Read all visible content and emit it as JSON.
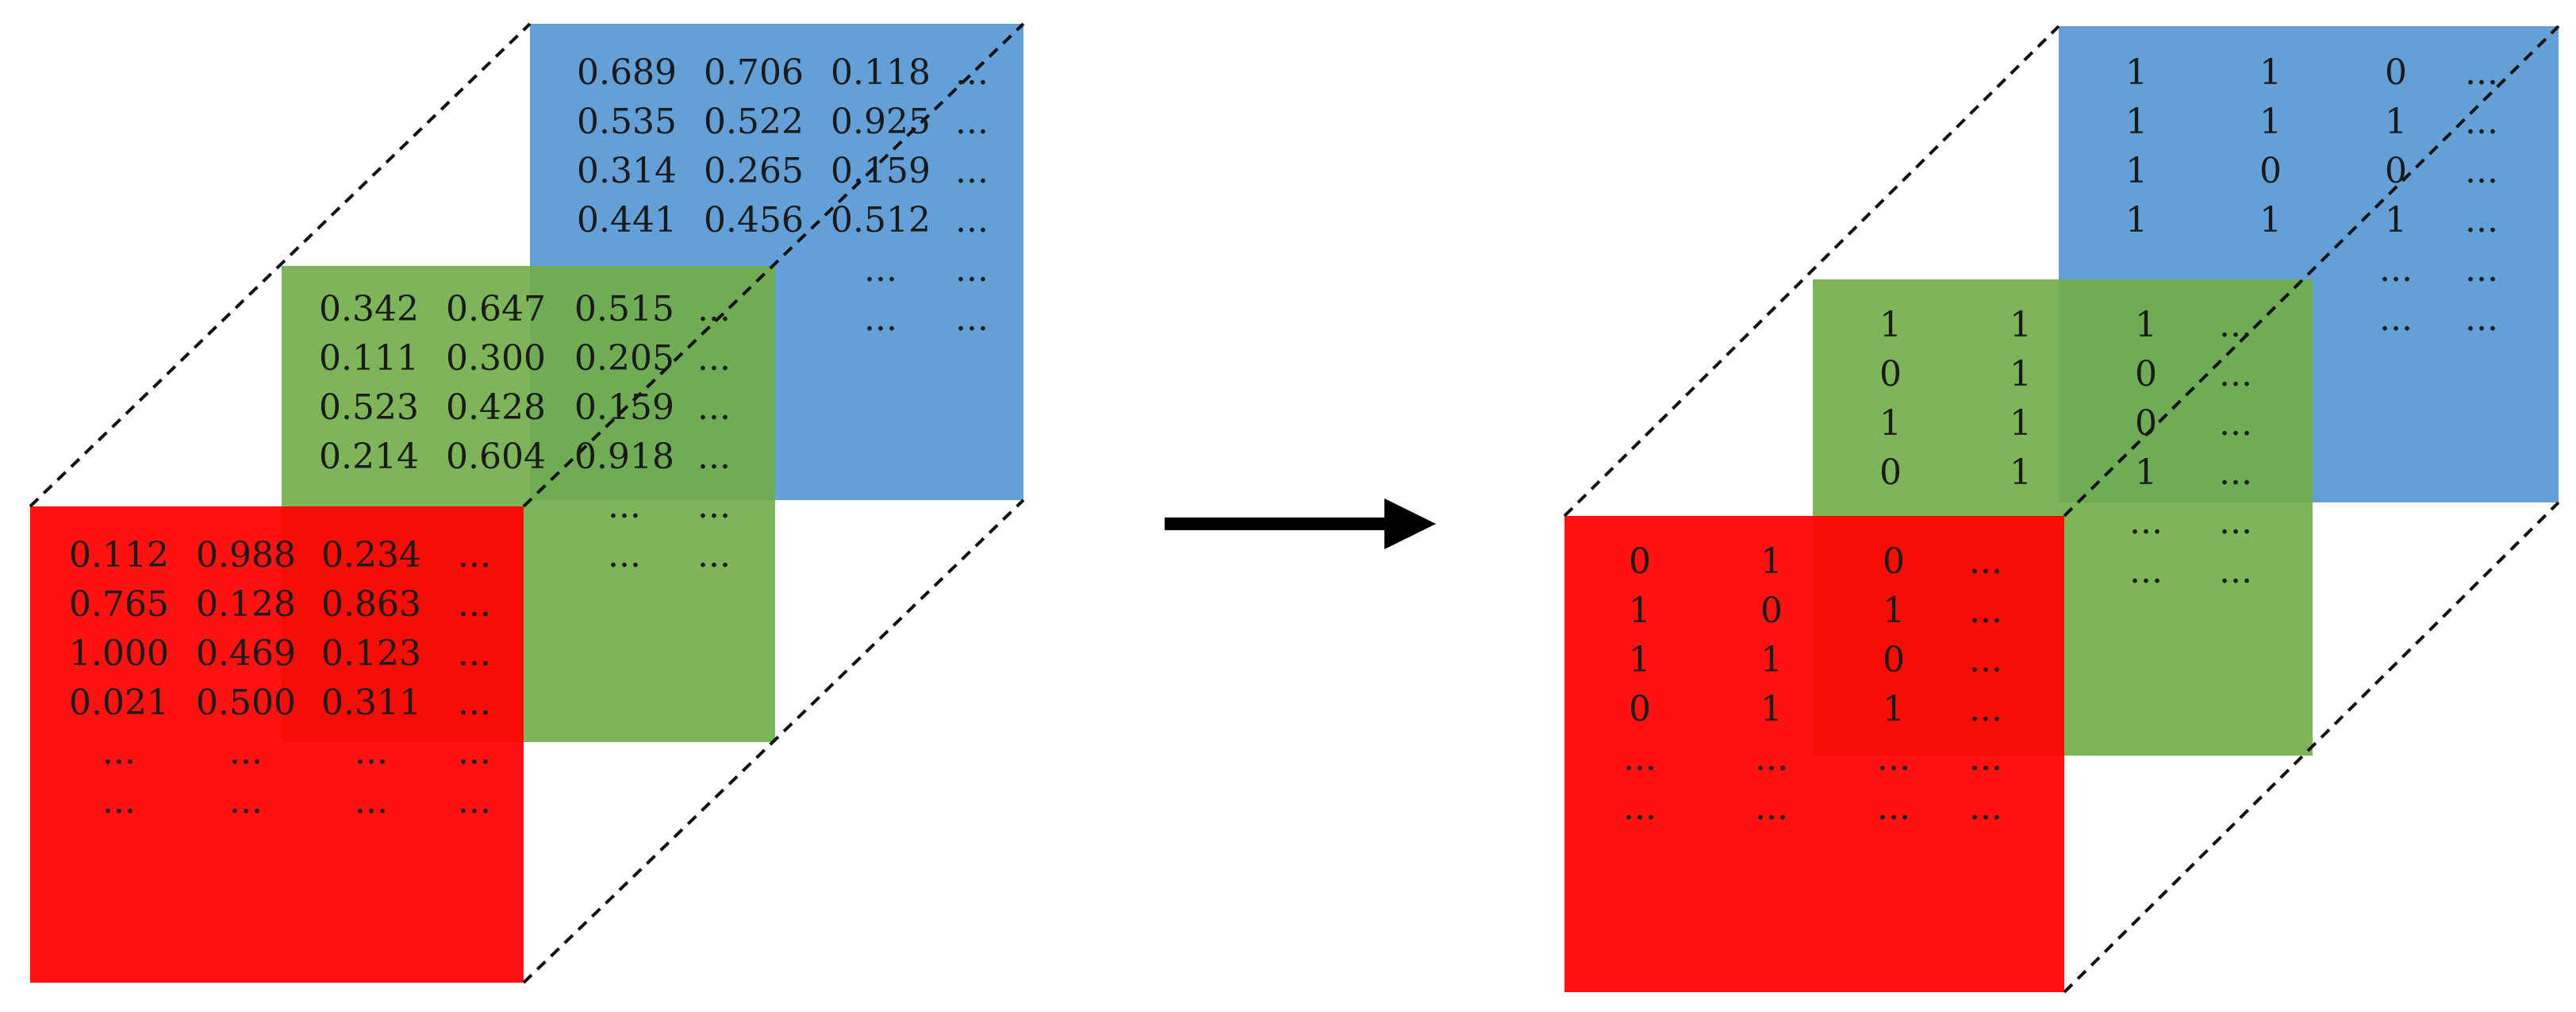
{
  "diagram": {
    "input_tensor": {
      "blue": {
        "color": "#5b9bd5",
        "rows": [
          [
            "0.689",
            "0.706",
            "0.118",
            "..."
          ],
          [
            "0.535",
            "0.522",
            "0.925",
            "..."
          ],
          [
            "0.314",
            "0.265",
            "0.159",
            "..."
          ],
          [
            "0.441",
            "0.456",
            "0.512",
            "..."
          ],
          [
            "",
            "",
            "...",
            "..."
          ],
          [
            "",
            "",
            "...",
            "..."
          ]
        ]
      },
      "green": {
        "color": "#70ad47",
        "rows": [
          [
            "0.342",
            "0.647",
            "0.515",
            "..."
          ],
          [
            "0.111",
            "0.300",
            "0.205",
            "..."
          ],
          [
            "0.523",
            "0.428",
            "0.159",
            "..."
          ],
          [
            "0.214",
            "0.604",
            "0.918",
            "..."
          ],
          [
            "",
            "",
            "...",
            "..."
          ],
          [
            "",
            "",
            "...",
            "..."
          ]
        ]
      },
      "red": {
        "color": "#ff0000",
        "rows": [
          [
            "0.112",
            "0.988",
            "0.234",
            "..."
          ],
          [
            "0.765",
            "0.128",
            "0.863",
            "..."
          ],
          [
            "1.000",
            "0.469",
            "0.123",
            "..."
          ],
          [
            "0.021",
            "0.500",
            "0.311",
            "..."
          ],
          [
            "...",
            "...",
            "...",
            "..."
          ],
          [
            "...",
            "...",
            "...",
            "..."
          ]
        ]
      }
    },
    "arrow": "right-arrow",
    "output_tensor": {
      "blue": {
        "color": "#5b9bd5",
        "rows": [
          [
            "1",
            "1",
            "0",
            "..."
          ],
          [
            "1",
            "1",
            "1",
            "..."
          ],
          [
            "1",
            "0",
            "0",
            "..."
          ],
          [
            "1",
            "1",
            "1",
            "..."
          ],
          [
            "",
            "",
            "...",
            "..."
          ],
          [
            "",
            "",
            "...",
            "..."
          ]
        ]
      },
      "green": {
        "color": "#70ad47",
        "rows": [
          [
            "1",
            "1",
            "1",
            "..."
          ],
          [
            "0",
            "1",
            "0",
            "..."
          ],
          [
            "1",
            "1",
            "0",
            "..."
          ],
          [
            "0",
            "1",
            "1",
            "..."
          ],
          [
            "",
            "",
            "...",
            "..."
          ],
          [
            "",
            "",
            "...",
            "..."
          ]
        ]
      },
      "red": {
        "color": "#ff0000",
        "rows": [
          [
            "0",
            "1",
            "0",
            "..."
          ],
          [
            "1",
            "0",
            "1",
            "..."
          ],
          [
            "1",
            "1",
            "0",
            "..."
          ],
          [
            "0",
            "1",
            "1",
            "..."
          ],
          [
            "...",
            "...",
            "...",
            "..."
          ],
          [
            "...",
            "...",
            "...",
            "..."
          ]
        ]
      }
    }
  }
}
